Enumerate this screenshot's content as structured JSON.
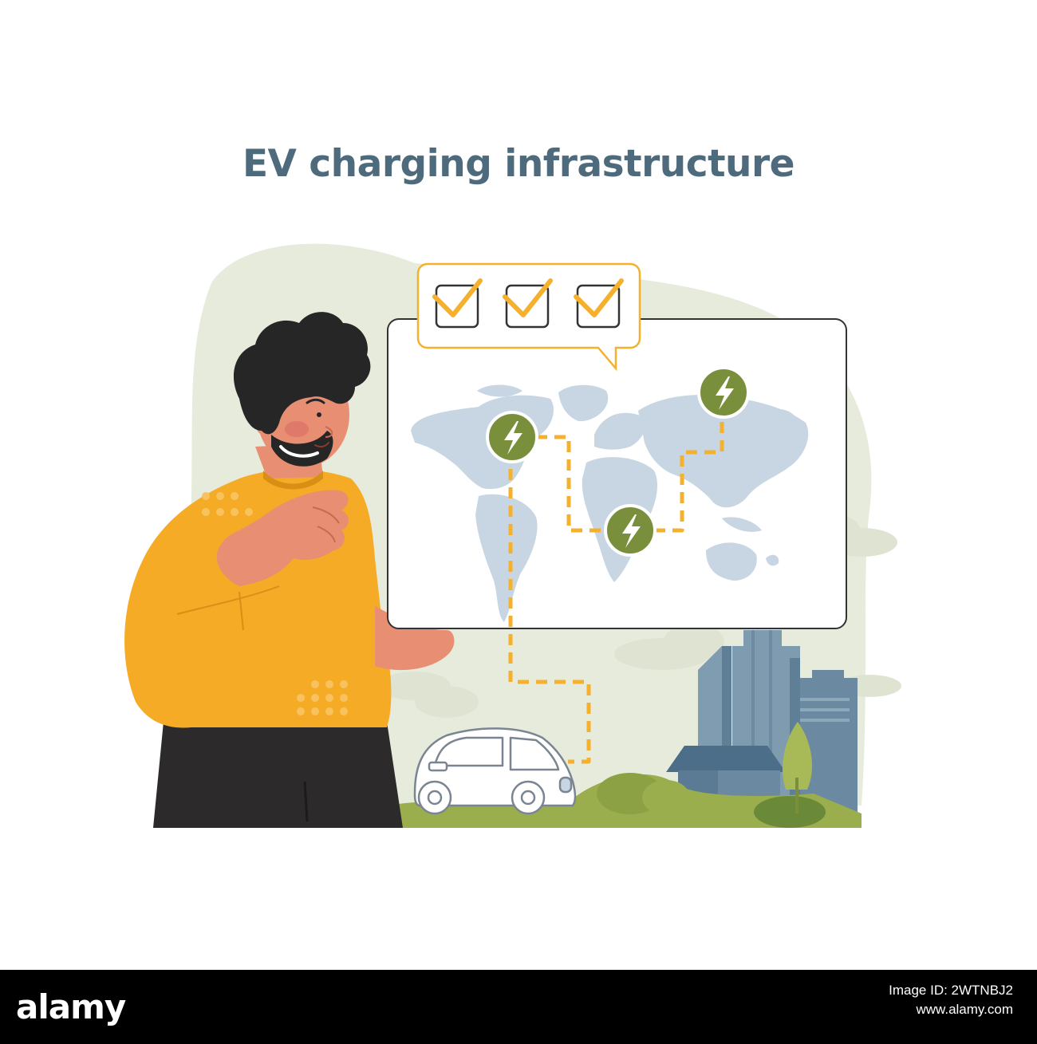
{
  "title": "EV charging infrastructure",
  "footer": {
    "logo": "alamy",
    "image_id": "Image ID: 2WTNBJ2",
    "site": "www.alamy.com"
  },
  "checklist": {
    "checked_items": 3,
    "total_items": 3
  },
  "colors": {
    "title": "#4e6a7d",
    "sweater": "#f6ab27",
    "skin": "#e88e72",
    "hair": "#262626",
    "pants": "#2d2a2b",
    "charger_badge": "#7a8f3b",
    "route_dash": "#f5b12e",
    "continents": "#c7d6e2",
    "buildings": "#6b8aa1",
    "foliage": "#9bae4e",
    "background_blob": "#e7ebdc"
  },
  "icons": [
    "check-icon",
    "lightning-bolt-icon",
    "electric-car-icon",
    "world-map-icon"
  ]
}
